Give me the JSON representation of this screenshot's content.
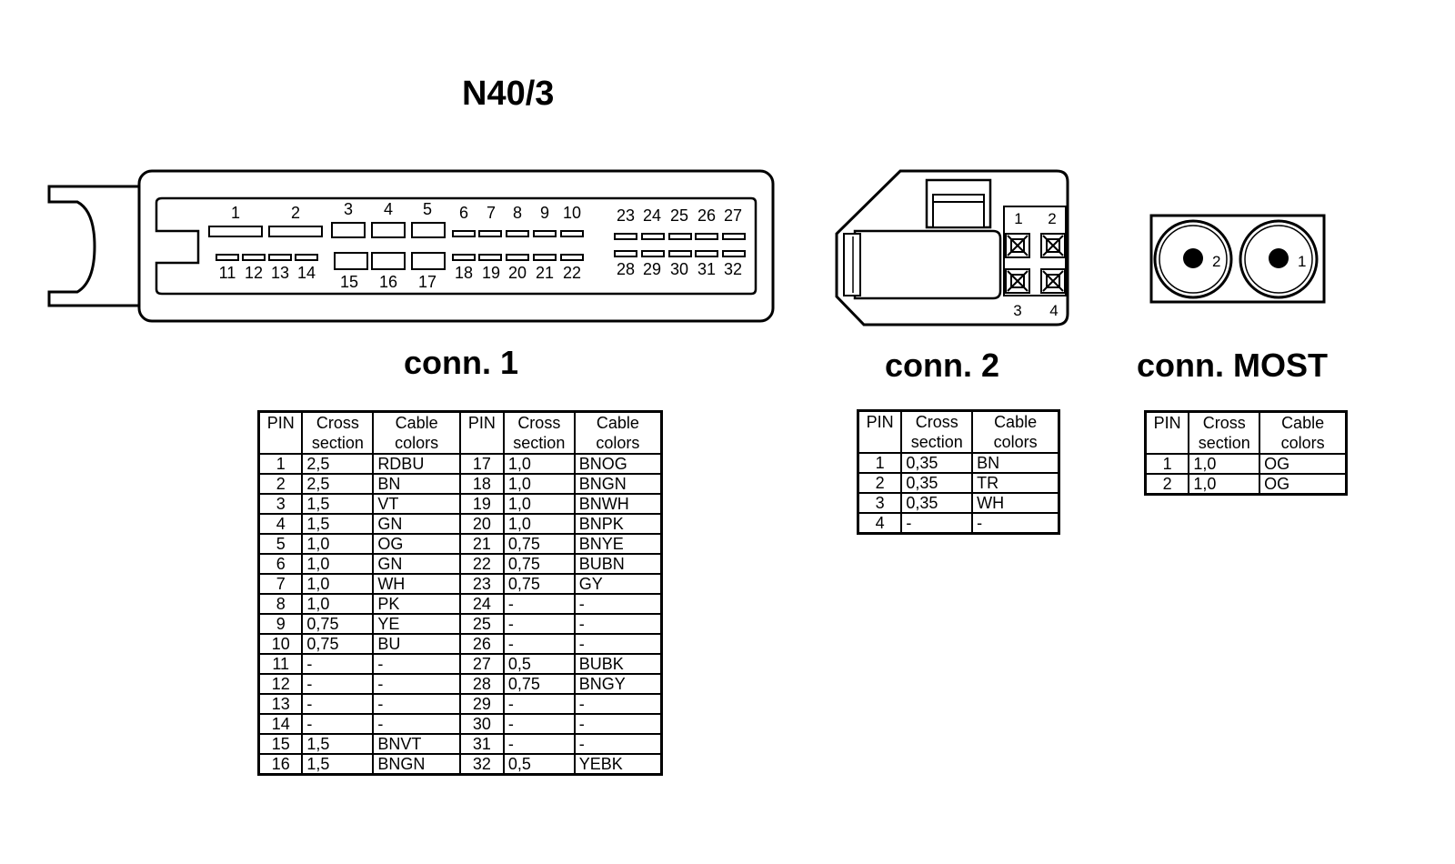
{
  "title": "N40/3",
  "connectors": {
    "conn1": {
      "label": "conn. 1",
      "pins_top_a": [
        "1",
        "2",
        "3",
        "4",
        "5"
      ],
      "pins_top_b": [
        "6",
        "7",
        "8",
        "9",
        "10"
      ],
      "pins_top_c": [
        "23",
        "24",
        "25",
        "26",
        "27"
      ],
      "pins_bottom_a": [
        "11",
        "12",
        "13",
        "14",
        "15",
        "16",
        "17"
      ],
      "pins_bottom_b": [
        "18",
        "19",
        "20",
        "21",
        "22"
      ],
      "pins_bottom_c": [
        "28",
        "29",
        "30",
        "31",
        "32"
      ]
    },
    "conn2": {
      "label": "conn. 2",
      "pin_labels": [
        "1",
        "2",
        "3",
        "4"
      ]
    },
    "most": {
      "label": "conn. MOST",
      "pin_labels": [
        "2",
        "1"
      ]
    }
  },
  "table_headers": {
    "pin": "PIN",
    "cross_1": "Cross",
    "cross_2": "section",
    "cable_1": "Cable",
    "cable_2": "colors"
  },
  "conn1_table": [
    [
      "1",
      "2,5",
      "RDBU",
      "17",
      "1,0",
      "BNOG"
    ],
    [
      "2",
      "2,5",
      "BN",
      "18",
      "1,0",
      "BNGN"
    ],
    [
      "3",
      "1,5",
      "VT",
      "19",
      "1,0",
      "BNWH"
    ],
    [
      "4",
      "1,5",
      "GN",
      "20",
      "1,0",
      "BNPK"
    ],
    [
      "5",
      "1,0",
      "OG",
      "21",
      "0,75",
      "BNYE"
    ],
    [
      "6",
      "1,0",
      "GN",
      "22",
      "0,75",
      "BUBN"
    ],
    [
      "7",
      "1,0",
      "WH",
      "23",
      "0,75",
      "GY"
    ],
    [
      "8",
      "1,0",
      "PK",
      "24",
      "-",
      "-"
    ],
    [
      "9",
      "0,75",
      "YE",
      "25",
      "-",
      "-"
    ],
    [
      "10",
      "0,75",
      "BU",
      "26",
      "-",
      "-"
    ],
    [
      "11",
      "-",
      "-",
      "27",
      "0,5",
      "BUBK"
    ],
    [
      "12",
      "-",
      "-",
      "28",
      "0,75",
      "BNGY"
    ],
    [
      "13",
      "-",
      "-",
      "29",
      "-",
      "-"
    ],
    [
      "14",
      "-",
      "-",
      "30",
      "-",
      "-"
    ],
    [
      "15",
      "1,5",
      "BNVT",
      "31",
      "-",
      "-"
    ],
    [
      "16",
      "1,5",
      "BNGN",
      "32",
      "0,5",
      "YEBK"
    ]
  ],
  "conn2_table": [
    [
      "1",
      "0,35",
      "BN"
    ],
    [
      "2",
      "0,35",
      "TR"
    ],
    [
      "3",
      "0,35",
      "WH"
    ],
    [
      "4",
      "-",
      "-"
    ]
  ],
  "most_table": [
    [
      "1",
      "1,0",
      "OG"
    ],
    [
      "2",
      "1,0",
      "OG"
    ]
  ]
}
